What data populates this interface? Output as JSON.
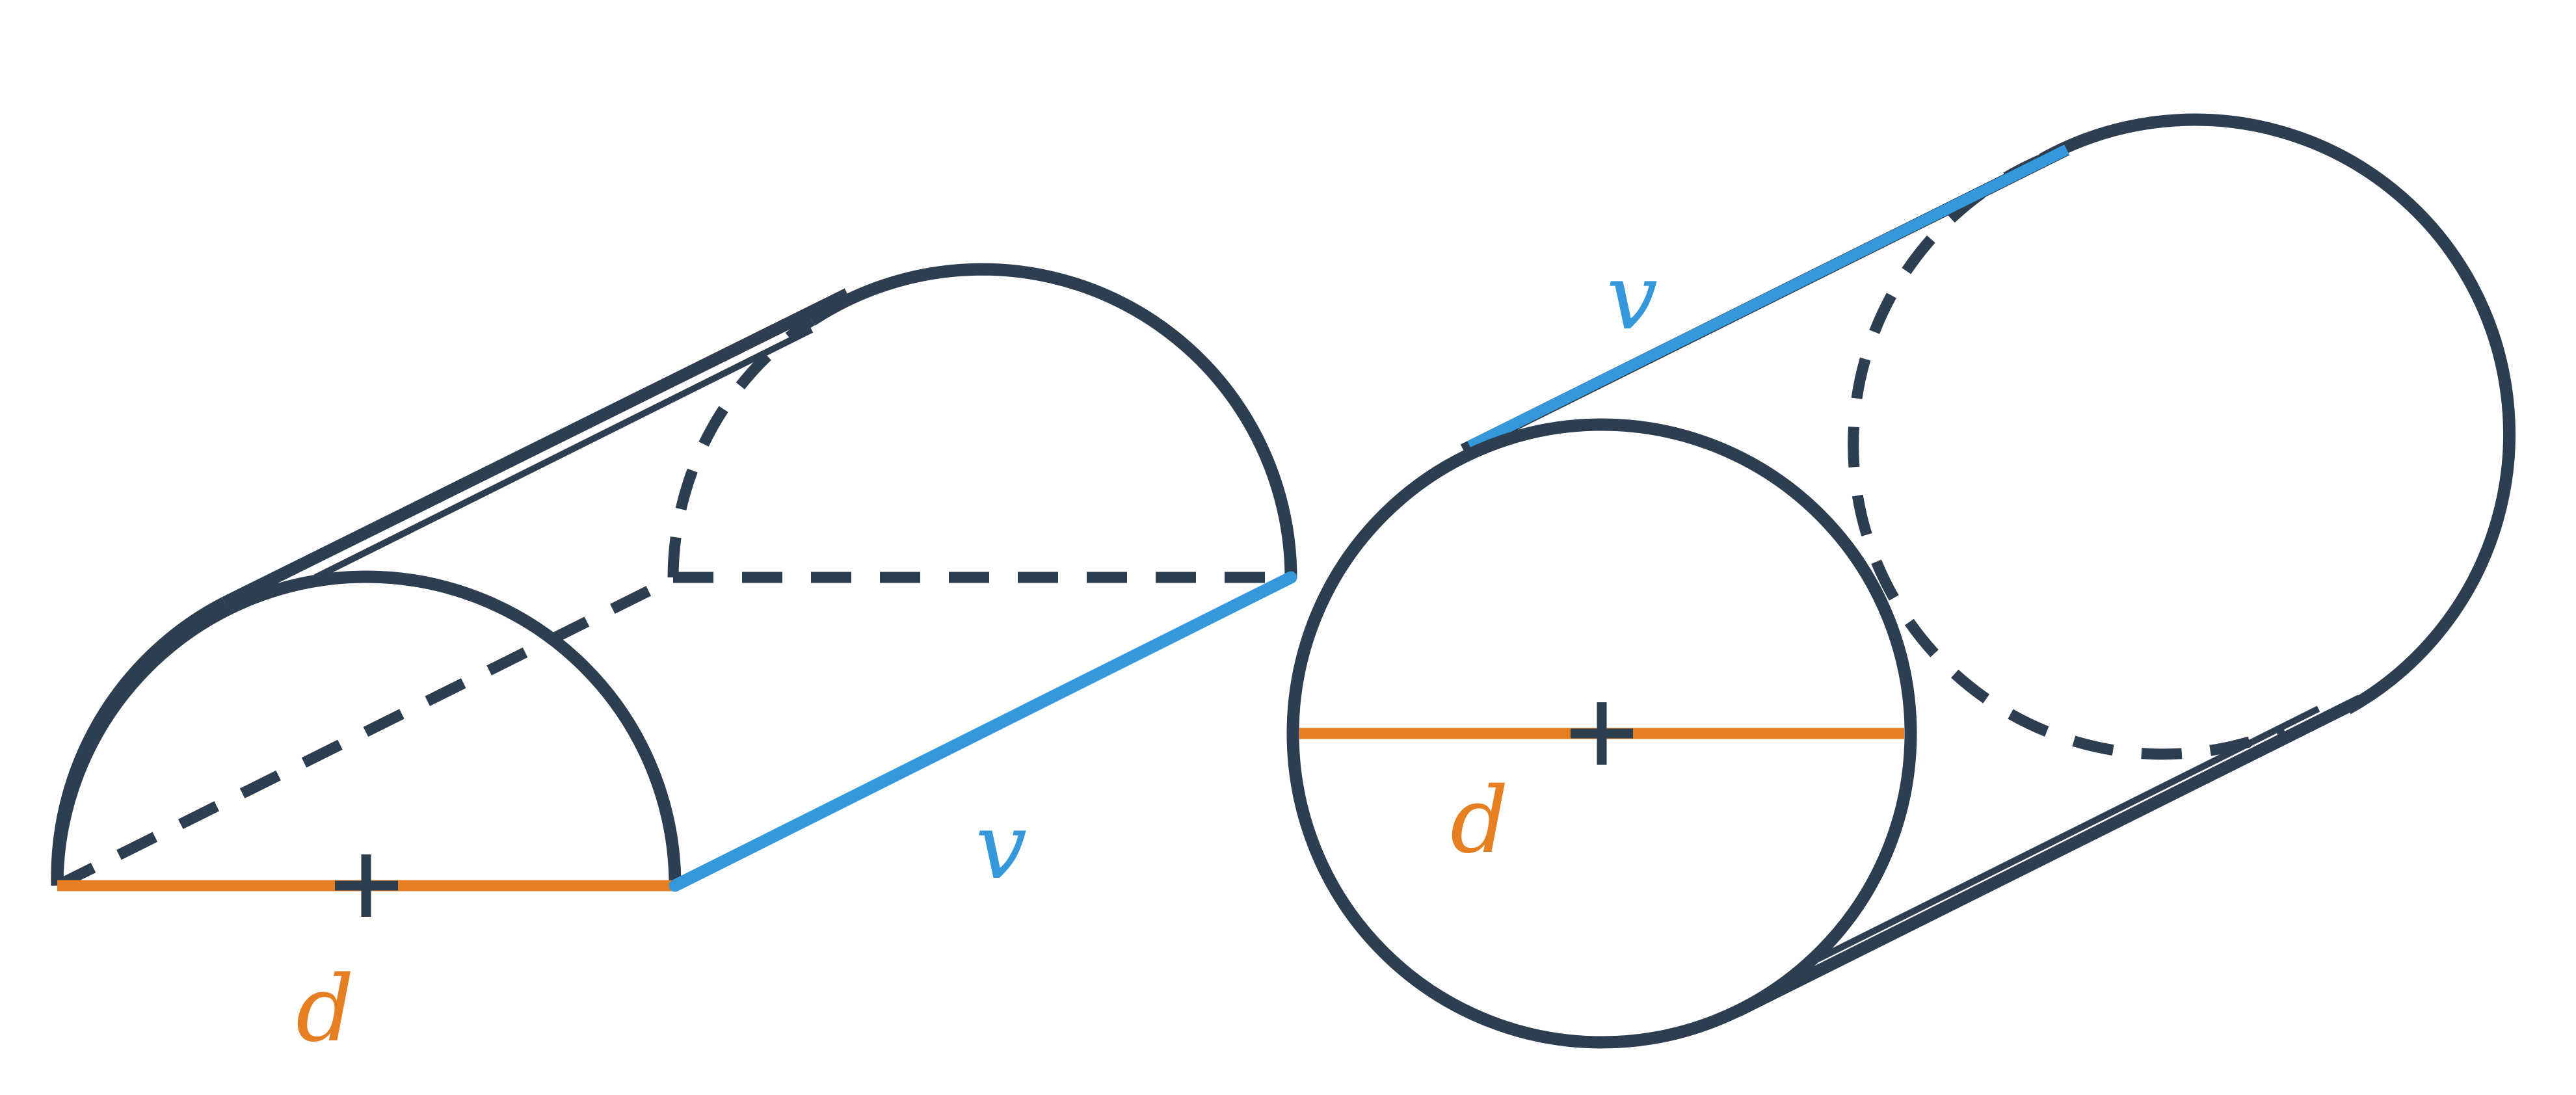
{
  "diagram": {
    "colors": {
      "outline": "#2d3e50",
      "diameter": "#e67e22",
      "velocity": "#3498db",
      "background": "#ffffff"
    },
    "half_cylinder": {
      "diameter_label": "d",
      "velocity_label": "v"
    },
    "full_cylinder": {
      "diameter_label": "d",
      "velocity_label": "v"
    }
  }
}
